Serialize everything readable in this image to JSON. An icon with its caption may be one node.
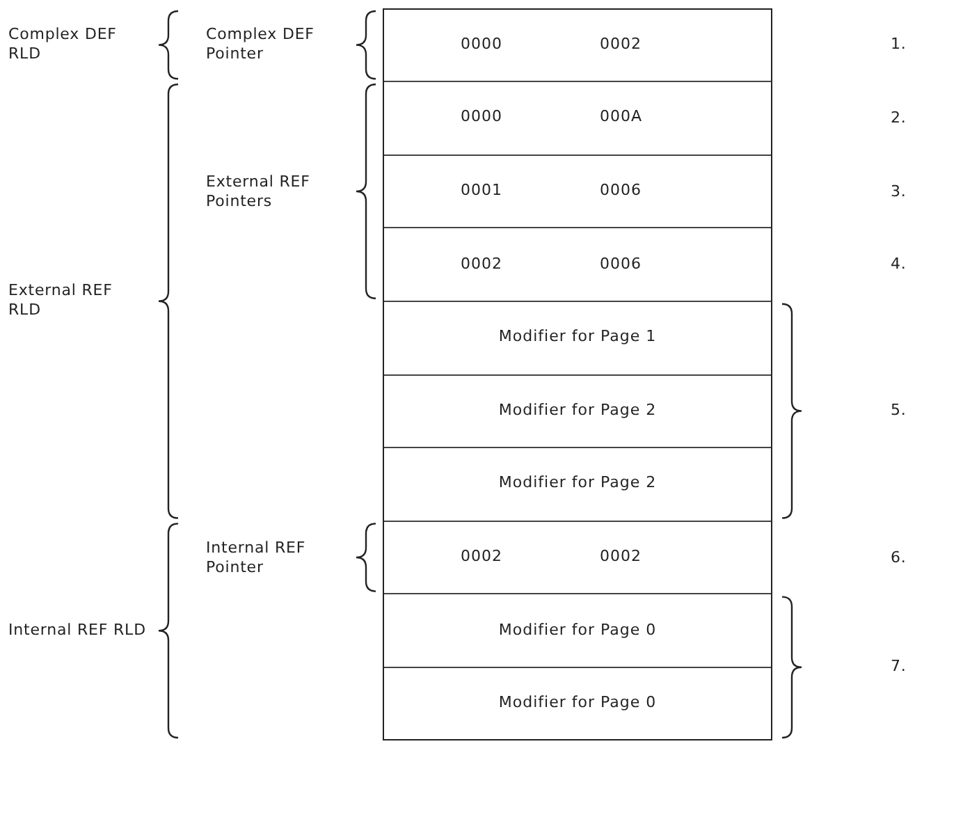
{
  "diagram": {
    "nodes": [
      {
        "text": [
          "0000",
          "0002"
        ]
      },
      {
        "text": [
          "0000",
          "000A"
        ]
      },
      {
        "text": [
          "0001",
          "0006"
        ]
      },
      {
        "text": [
          "0002",
          "0006"
        ]
      },
      {
        "text": [
          "Modifier for Page 1"
        ]
      },
      {
        "text": [
          "Modifier for Page 2"
        ]
      },
      {
        "text": [
          "Modifier for Page 2"
        ]
      },
      {
        "text": [
          "0002",
          "0002"
        ]
      },
      {
        "text": [
          "Modifier for Page 0"
        ]
      },
      {
        "text": [
          "Modifier for Page 0"
        ]
      }
    ],
    "labels": [
      "Complex DEF RLD",
      "Complex DEF Pointer",
      "1.",
      "2.",
      "External REF Pointers",
      "3.",
      "External REF RLD",
      "4.",
      "5.",
      "Internal REF Pointer",
      "6.",
      "Internal REF RLD",
      "7."
    ]
  }
}
